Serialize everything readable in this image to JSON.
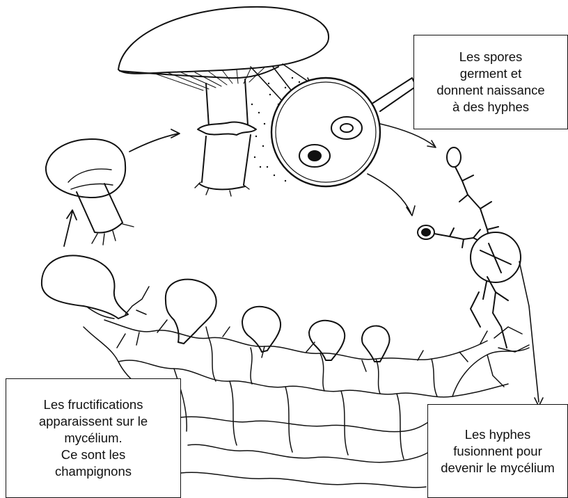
{
  "labels": {
    "spores": [
      "Les spores",
      "germent et",
      "donnent naissance",
      "à des hyphes"
    ],
    "fructifications": [
      "Les fructifications",
      "apparaissent sur le",
      "mycélium.",
      "Ce sont les",
      "champignons"
    ],
    "hyphae": [
      "Les hyphes",
      "fusionnent pour",
      "devenir le mycélium"
    ]
  },
  "colors": {
    "ink": "#111111",
    "paper": "#ffffff"
  }
}
